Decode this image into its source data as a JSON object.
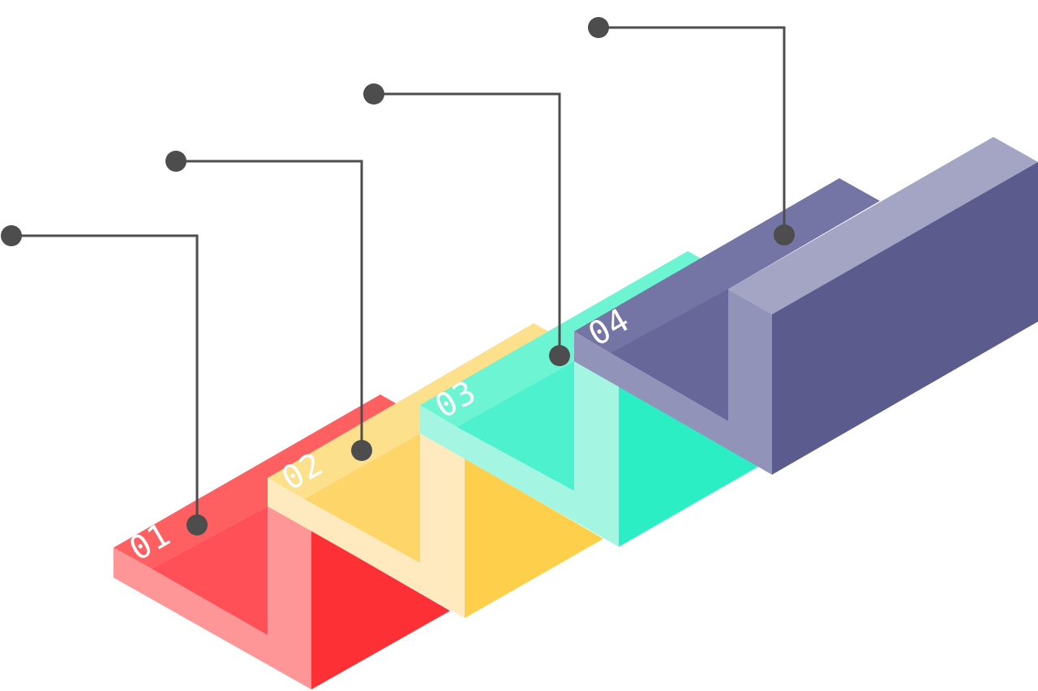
{
  "steps": [
    {
      "number": "01",
      "colors": {
        "top": "#fe5f61",
        "front": "#fe9597",
        "side": "#fd3135",
        "inner": "#fe5056"
      }
    },
    {
      "number": "02",
      "colors": {
        "top": "#fde08c",
        "front": "#feeabe",
        "side": "#fecf4b",
        "inner": "#fed569"
      }
    },
    {
      "number": "03",
      "colors": {
        "top": "#6df5d3",
        "front": "#a4f6e3",
        "side": "#2ceec5",
        "inner": "#4df1cd"
      }
    },
    {
      "number": "04",
      "colors": {
        "top": "#7474a5",
        "front": "#9193b9",
        "side": "#5b5b8d",
        "inner": "#67679a",
        "cap": "#a4a5c5"
      }
    }
  ],
  "leader_color": "#4d4d4d"
}
